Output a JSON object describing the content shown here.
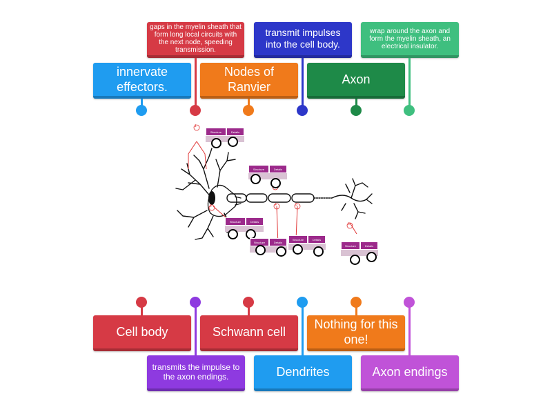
{
  "colors": {
    "blue": "#1f9cf0",
    "red": "#d63a45",
    "orange": "#f07a1b",
    "navy": "#2d37c9",
    "green": "#1e8a48",
    "teal": "#3fbf7f",
    "purple": "#8e3ae0",
    "magenta": "#c053d8"
  },
  "top_tiles": [
    {
      "text": "innervate effectors.",
      "color": "blue"
    },
    {
      "text": "gaps in the myelin sheath that form long local circuits with the next node, speeding transmission.",
      "color": "red"
    },
    {
      "text": "Nodes of Ranvier",
      "color": "orange"
    },
    {
      "text": "transmit impulses into the cell body.",
      "color": "navy"
    },
    {
      "text": "Axon",
      "color": "green"
    },
    {
      "text": "wrap around the axon and form the myelin sheath, an electrical insulator.",
      "color": "teal"
    }
  ],
  "bottom_tiles": [
    {
      "text": "Cell body",
      "color": "red"
    },
    {
      "text": "transmits the impulse to the axon endings.",
      "color": "purple"
    },
    {
      "text": "Schwann cell",
      "color": "red"
    },
    {
      "text": "Dendrites",
      "color": "blue"
    },
    {
      "text": "Nothing for this one!",
      "color": "orange"
    },
    {
      "text": "Axon endings",
      "color": "magenta"
    }
  ],
  "diagram": {
    "label_boxes": [
      {
        "structure": "Structure",
        "details": "Details"
      },
      {
        "structure": "Structure",
        "details": "Details"
      },
      {
        "structure": "Structure",
        "details": "Details"
      },
      {
        "structure": "Structure",
        "details": "Details"
      },
      {
        "structure": "Structure",
        "details": "Details"
      },
      {
        "structure": "Structure",
        "details": "Details"
      }
    ],
    "markers": [
      "1",
      "2",
      "3",
      "4",
      "5",
      "6"
    ]
  }
}
